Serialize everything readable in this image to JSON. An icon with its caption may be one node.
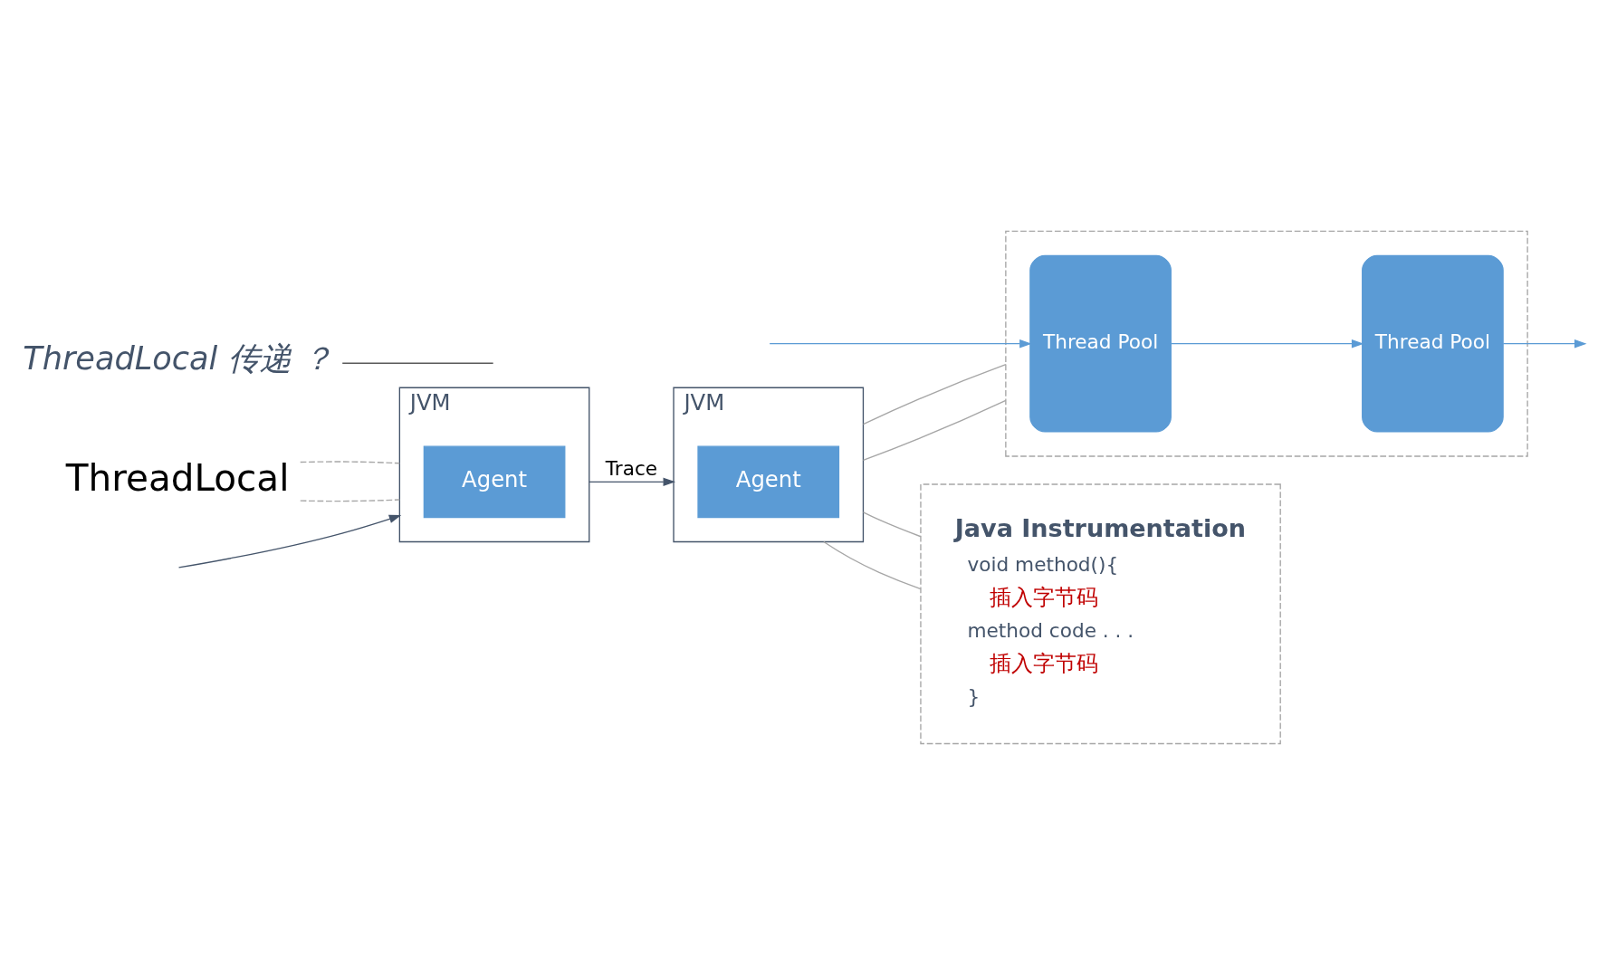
{
  "diagram": {
    "nodes": [
      {
        "text": [
          "JVM"
        ]
      },
      {
        "text": [
          "Agent"
        ],
        "in": 0
      },
      {
        "text": [
          "JVM"
        ]
      },
      {
        "text": [
          "Agent"
        ],
        "in": 2
      },
      {
        "text": [
          "ThreadLocal"
        ]
      },
      {
        "text": [
          "Java Instrumentation",
          "void method(){",
          "插入字节码",
          "method code . . .",
          "插入字节码",
          "}"
        ]
      },
      {
        "text": [],
        "shape": "box"
      },
      {
        "text": [
          "Thread Pool"
        ],
        "in": 6
      },
      {
        "text": [
          "Thread Pool"
        ],
        "in": 6
      },
      {
        "text": [
          "ThreadLocal 传递 ？"
        ]
      }
    ],
    "edges": [
      {
        "from": null,
        "to": 0,
        "arrow": "to",
        "color": "#44546a"
      },
      {
        "from": 0,
        "to": 2,
        "arrow": "to",
        "label": "Trace",
        "color": "#44546a"
      },
      {
        "from": 4,
        "to": 0,
        "arrow": "none",
        "style": "dashed",
        "color": "#a6a6a6"
      },
      {
        "from": 4,
        "to": 0,
        "arrow": "none",
        "style": "dashed",
        "color": "#a6a6a6"
      },
      {
        "from": 2,
        "to": 5,
        "arrow": "none",
        "color": "#a6a6a6"
      },
      {
        "from": 2,
        "to": 5,
        "arrow": "none",
        "color": "#a6a6a6"
      },
      {
        "from": 2,
        "to": 6,
        "arrow": "none",
        "color": "#a6a6a6"
      },
      {
        "from": 2,
        "to": 6,
        "arrow": "none",
        "color": "#a6a6a6"
      },
      {
        "from": null,
        "to": 7,
        "arrow": "to",
        "color": "#5b9bd5"
      },
      {
        "from": 7,
        "to": 8,
        "arrow": "to",
        "color": "#5b9bd5"
      },
      {
        "from": 8,
        "to": null,
        "arrow": "to",
        "color": "#5b9bd5"
      },
      {
        "from": 9,
        "to": null,
        "arrow": "none",
        "color": "#595959"
      }
    ]
  }
}
